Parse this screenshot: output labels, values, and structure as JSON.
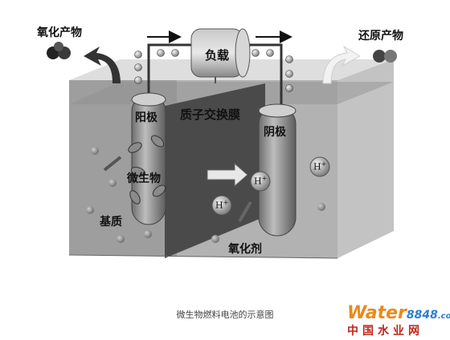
{
  "labels": {
    "oxidation_product": "氧化产物",
    "reduction_product": "还原产物",
    "load": "负载",
    "anode": "阳极",
    "membrane": "质子交换膜",
    "cathode": "阴极",
    "microbe": "微生物",
    "substrate": "基质",
    "oxidant": "氧化剂",
    "proton": "H",
    "proton_charge": "+"
  },
  "caption": "微生物燃料电池的示意图",
  "watermark": {
    "brand": "Water",
    "number": "8848",
    "suffix": ".com",
    "subtitle": "中国水业网"
  },
  "colors": {
    "tank_left": "#9c9c9c",
    "tank_right": "#a8a8a8",
    "membrane": "#4a4a4a",
    "watermark_orange": "#e98a1c",
    "watermark_blue": "#2d7fd0",
    "watermark_red": "#c0261c"
  }
}
